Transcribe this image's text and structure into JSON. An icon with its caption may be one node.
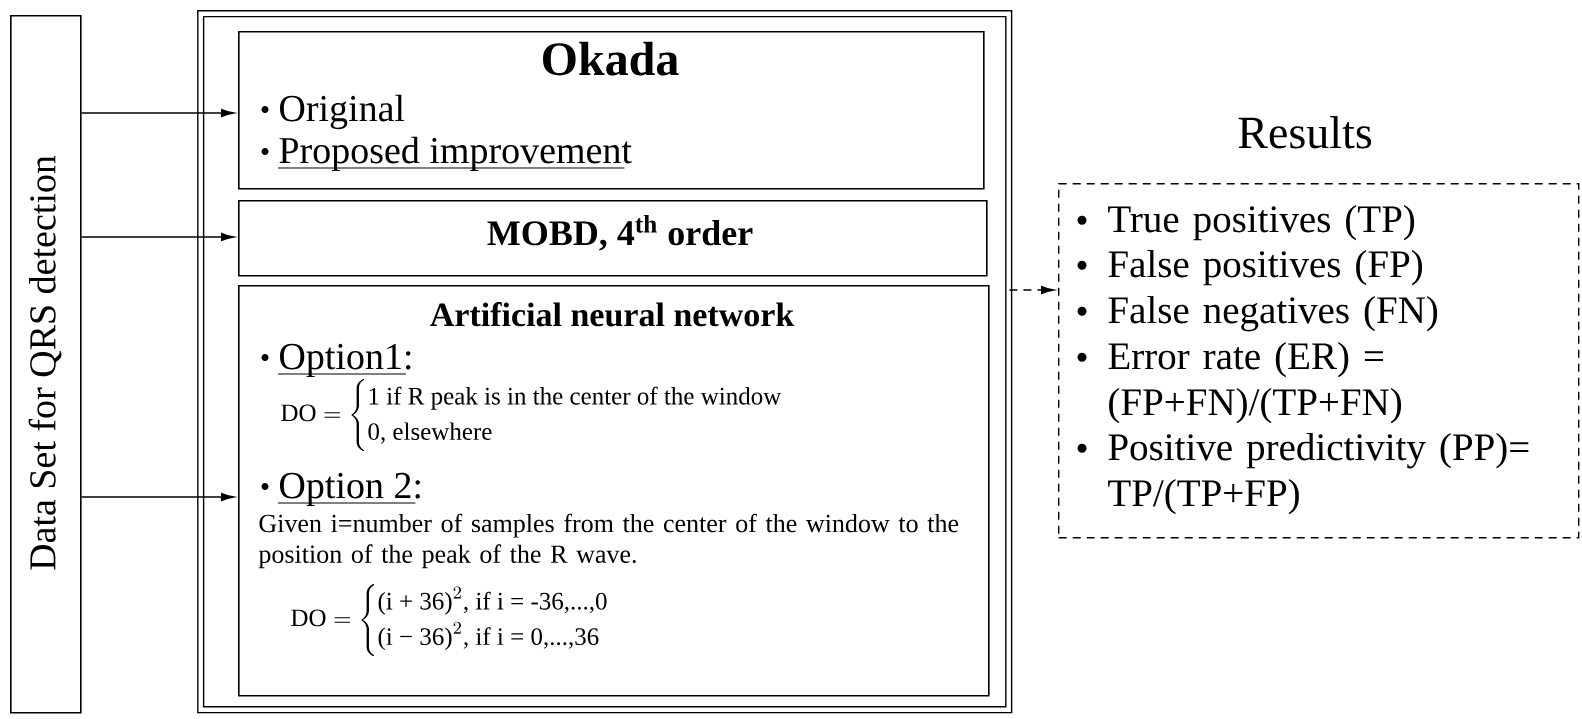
{
  "diagram": {
    "nodes": [
      {
        "text": [
          "Data Set for QRS detection"
        ]
      },
      {
        "text": [],
        "shape": "box"
      },
      {
        "text": [
          "Okada",
          "Original",
          "Proposed improvement"
        ],
        "in": 1
      },
      {
        "text": [
          "MOBD, 4$^{th}$ order"
        ],
        "in": 1
      },
      {
        "text": [
          "Artificial neural network",
          "Option1:",
          "\\text{DO} = \\begin{cases}\\text{1 if R peak is in the center of the window}\\\\ \\text{0, elsewhere}\\end{cases}",
          "Option 2:",
          "Given i=number of samples from the center of the window to the position of the peak of the R wave.",
          "\\text{DO} = \\begin{cases}\\text{(i + 36)}^{2}\\text{, if i = -36,...,0}\\\\ \\text{(i − 36)}^{2}\\text{, if i = 0,...,36}\\end{cases}"
        ],
        "in": 1
      },
      {
        "text": [
          "Results",
          "True positives (TP)",
          "False positives (FP)",
          "False negatives (FN)",
          "Error rate (ER) = (FP+FN)/(TP+FN)",
          "Positive predictivity (PP)= TP/(TP+FP)"
        ]
      }
    ],
    "edges": [
      {
        "from": 0,
        "to": 2,
        "arrow": "to"
      },
      {
        "from": 0,
        "to": 3,
        "arrow": "to"
      },
      {
        "from": 0,
        "to": 4,
        "arrow": "to"
      },
      {
        "from": 1,
        "to": 5,
        "arrow": "to",
        "style": "dashed"
      }
    ]
  }
}
